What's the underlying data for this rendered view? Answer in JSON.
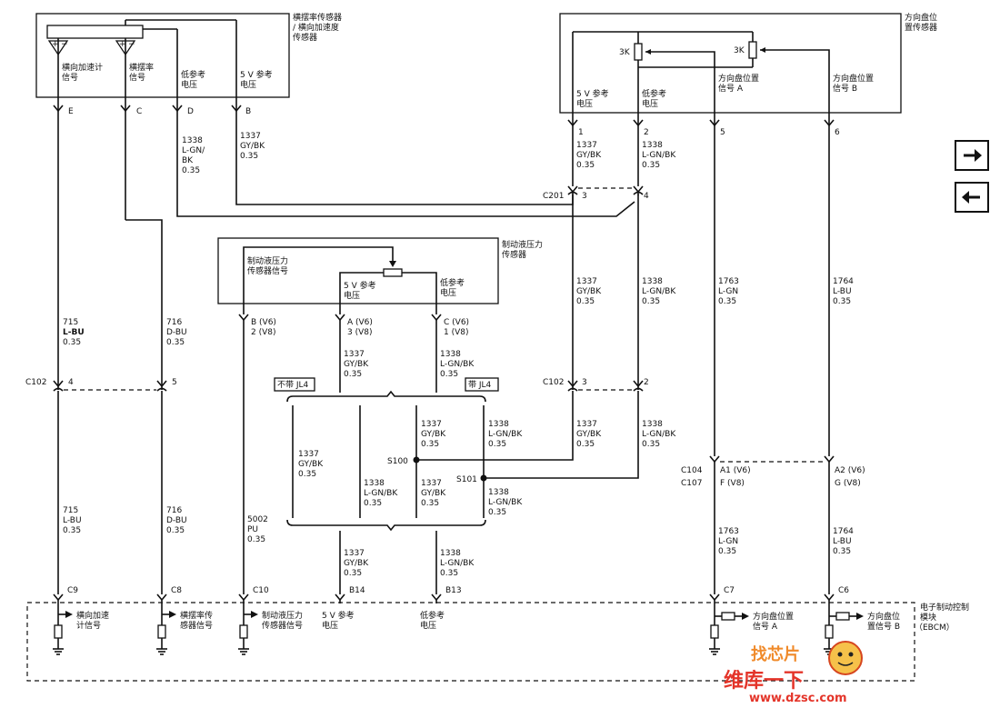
{
  "yaw": {
    "title_l1": "横摆率传感器",
    "title_l2": "/ 横向加速度",
    "title_l3": "传感器",
    "lat_l1": "横向加速计",
    "lat_l2": "信号",
    "yaw_l1": "横摆率",
    "yaw_l2": "信号",
    "low_l1": "低参考",
    "low_l2": "电压",
    "ref_l1": "5 V 参考",
    "ref_l2": "电压",
    "pinE": "E",
    "pinC": "C",
    "pinD": "D",
    "pinB": "B",
    "wD_1": "1338",
    "wD_2": "L-GN/",
    "wD_3": "BK",
    "wD_4": "0.35",
    "wB_1": "1337",
    "wB_2": "GY/BK",
    "wB_3": "0.35"
  },
  "steer": {
    "title_l1": "方向盘位",
    "title_l2": "置传感器",
    "r1": "3K",
    "r2": "3K",
    "ref_l1": "5 V 参考",
    "ref_l2": "电压",
    "low_l1": "低参考",
    "low_l2": "电压",
    "a_l1": "方向盘位置",
    "a_l2": "信号 A",
    "b_l1": "方向盘位置",
    "b_l2": "信号 B",
    "p1": "1",
    "p2": "2",
    "p5": "5",
    "p6": "6",
    "w1_1": "1337",
    "w1_2": "GY/BK",
    "w1_3": "0.35",
    "w2_1": "1338",
    "w2_2": "L-GN/BK",
    "w2_3": "0.35"
  },
  "c201": {
    "name": "C201",
    "p3": "3",
    "p4": "4"
  },
  "mid": {
    "l1_1": "1337",
    "l1_2": "GY/BK",
    "l1_3": "0.35",
    "l2_1": "1338",
    "l2_2": "L-GN/BK",
    "l2_3": "0.35",
    "l3_1": "1763",
    "l3_2": "L-GN",
    "l3_3": "0.35",
    "l4_1": "1764",
    "l4_2": "L-BU",
    "l4_3": "0.35"
  },
  "brake": {
    "title_l1": "制动液压力",
    "title_l2": "传感器",
    "sig_l1": "制动液压力",
    "sig_l2": "传感器信号",
    "ref_l1": "5 V 参考",
    "ref_l2": "电压",
    "low_l1": "低参考",
    "low_l2": "电压",
    "pinB_1": "B (V6)",
    "pinB_2": "2 (V8)",
    "pinA_1": "A (V6)",
    "pinA_2": "3 (V8)",
    "pinC_1": "C (V6)",
    "pinC_2": "1 (V8)",
    "wA_1": "1337",
    "wA_2": "GY/BK",
    "wA_3": "0.35",
    "wC_1": "1338",
    "wC_2": "L-GN/BK",
    "wC_3": "0.35"
  },
  "left": {
    "w715_1": "715",
    "w715_2": "L-BU",
    "w715_3": "0.35",
    "w716_1": "716",
    "w716_2": "D-BU",
    "w716_3": "0.35",
    "c102": "C102",
    "c102_p4": "4",
    "c102_p5": "5"
  },
  "c102r": {
    "name": "C102",
    "p3": "3",
    "p2": "2"
  },
  "jl4": {
    "without": "不带 JL4",
    "with": "带 JL4",
    "a_1": "1337",
    "a_2": "GY/BK",
    "a_3": "0.35",
    "b_1": "1338",
    "b_2": "L-GN/BK",
    "b_3": "0.35",
    "c_1": "1337",
    "c_2": "GY/BK",
    "c_3": "0.35",
    "d_1": "1338",
    "d_2": "L-GN/BK",
    "d_3": "0.35",
    "e_1": "1337",
    "e_2": "GY/BK",
    "e_3": "0.35",
    "f_1": "1338",
    "f_2": "L-GN/BK",
    "f_3": "0.35",
    "s100": "S100",
    "s101": "S101",
    "ra_1": "1337",
    "ra_2": "GY/BK",
    "ra_3": "0.35",
    "rb_1": "1338",
    "rb_2": "L-GN/BK",
    "rb_3": "0.35"
  },
  "c104": {
    "c104": "C104",
    "c107": "C107",
    "a1": "A1 (V6)",
    "f": "F (V8)",
    "a2": "A2 (V6)",
    "g": "G (V8)"
  },
  "lower": {
    "w715_1": "715",
    "w715_2": "L-BU",
    "w715_3": "0.35",
    "w716_1": "716",
    "w716_2": "D-BU",
    "w716_3": "0.35",
    "w5002_1": "5002",
    "w5002_2": "PU",
    "w5002_3": "0.35",
    "b14_1": "1337",
    "b14_2": "GY/BK",
    "b14_3": "0.35",
    "b13_1": "1338",
    "b13_2": "L-GN/BK",
    "b13_3": "0.35",
    "w1763_1": "1763",
    "w1763_2": "L-GN",
    "w1763_3": "0.35",
    "w1764_1": "1764",
    "w1764_2": "L-BU",
    "w1764_3": "0.35"
  },
  "ebcm": {
    "title_l1": "电子制动控制",
    "title_l2": "模块",
    "title_l3": "（EBCM）",
    "c9": "C9",
    "c8": "C8",
    "c10": "C10",
    "b14": "B14",
    "b13": "B13",
    "c7": "C7",
    "c6": "C6",
    "lat_l1": "横向加速",
    "lat_l2": "计信号",
    "yaw_l1": "横摆率传",
    "yaw_l2": "感器信号",
    "brk_l1": "制动液压力",
    "brk_l2": "传感器信号",
    "ref_l1": "5 V 参考",
    "ref_l2": "电压",
    "low_l1": "低参考",
    "low_l2": "电压",
    "sa_l1": "方向盘位置",
    "sa_l2": "信号 A",
    "sb_l1": "方向盘位",
    "sb_l2": "置信号 B"
  },
  "watermark": {
    "top": "找芯片",
    "mid": "维库一下",
    "url": "www.dzsc.com"
  },
  "nav": {
    "next_icon": "arrow-right-icon",
    "prev_icon": "arrow-left-icon"
  }
}
